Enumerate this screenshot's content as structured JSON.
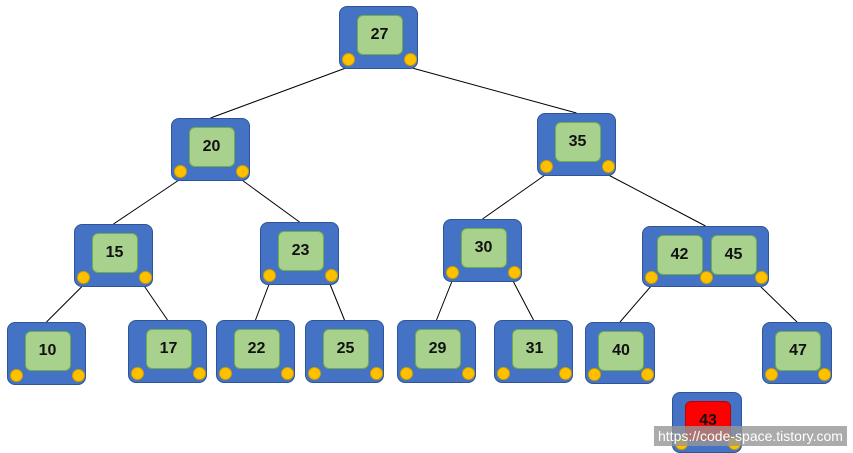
{
  "tree": {
    "nodes": [
      {
        "id": "n27",
        "keys": [
          "27"
        ]
      },
      {
        "id": "n20",
        "keys": [
          "20"
        ]
      },
      {
        "id": "n35",
        "keys": [
          "35"
        ]
      },
      {
        "id": "n15",
        "keys": [
          "15"
        ]
      },
      {
        "id": "n23",
        "keys": [
          "23"
        ]
      },
      {
        "id": "n30",
        "keys": [
          "30"
        ]
      },
      {
        "id": "n4245",
        "keys": [
          "42",
          "45"
        ]
      },
      {
        "id": "n10",
        "keys": [
          "10"
        ]
      },
      {
        "id": "n17",
        "keys": [
          "17"
        ]
      },
      {
        "id": "n22",
        "keys": [
          "22"
        ]
      },
      {
        "id": "n25",
        "keys": [
          "25"
        ]
      },
      {
        "id": "n29",
        "keys": [
          "29"
        ]
      },
      {
        "id": "n31",
        "keys": [
          "31"
        ]
      },
      {
        "id": "n40",
        "keys": [
          "40"
        ]
      },
      {
        "id": "n47",
        "keys": [
          "47"
        ]
      },
      {
        "id": "n43",
        "keys": [
          "43"
        ],
        "highlight": true
      }
    ],
    "edges": [
      [
        "n27",
        "n20"
      ],
      [
        "n27",
        "n35"
      ],
      [
        "n20",
        "n15"
      ],
      [
        "n20",
        "n23"
      ],
      [
        "n35",
        "n30"
      ],
      [
        "n35",
        "n4245"
      ],
      [
        "n15",
        "n10"
      ],
      [
        "n15",
        "n17"
      ],
      [
        "n23",
        "n22"
      ],
      [
        "n23",
        "n25"
      ],
      [
        "n30",
        "n29"
      ],
      [
        "n30",
        "n31"
      ],
      [
        "n4245",
        "n40"
      ],
      [
        "n4245",
        "n47"
      ]
    ]
  },
  "colors": {
    "node_fill": "#4472c4",
    "key_fill": "#a9d18e",
    "pointer": "#ffc000",
    "highlight_key": "#ff0000",
    "edge": "#000000"
  },
  "watermark": "https://code-space.tistory.com"
}
